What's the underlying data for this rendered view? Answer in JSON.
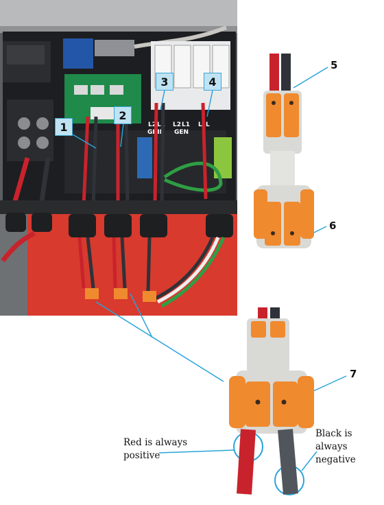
{
  "badges": [
    {
      "label": "1"
    },
    {
      "label": "2"
    },
    {
      "label": "3"
    },
    {
      "label": "4"
    }
  ],
  "callouts": [
    {
      "label": "5"
    },
    {
      "label": "6"
    },
    {
      "label": "7"
    }
  ],
  "captions": {
    "red_line1": "Red is always",
    "red_line2": "positive",
    "black_line1": "Black is always",
    "black_line2": "negative"
  },
  "panel_text": {
    "l2_left": "L2",
    "l1_left": "L1",
    "grid": "GRID",
    "l2_right": "L2",
    "l1_right": "L1",
    "gen": "GEN",
    "l_side1": "L",
    "l_side2": "L"
  },
  "colors": {
    "accent_line": "#29a3d9",
    "badge_fill": "#bfe3f2",
    "connector_orange": "#f08a2e",
    "connector_grey": "#d9d9d6",
    "wire_red": "#c8232c",
    "wire_black": "#2f3238"
  }
}
